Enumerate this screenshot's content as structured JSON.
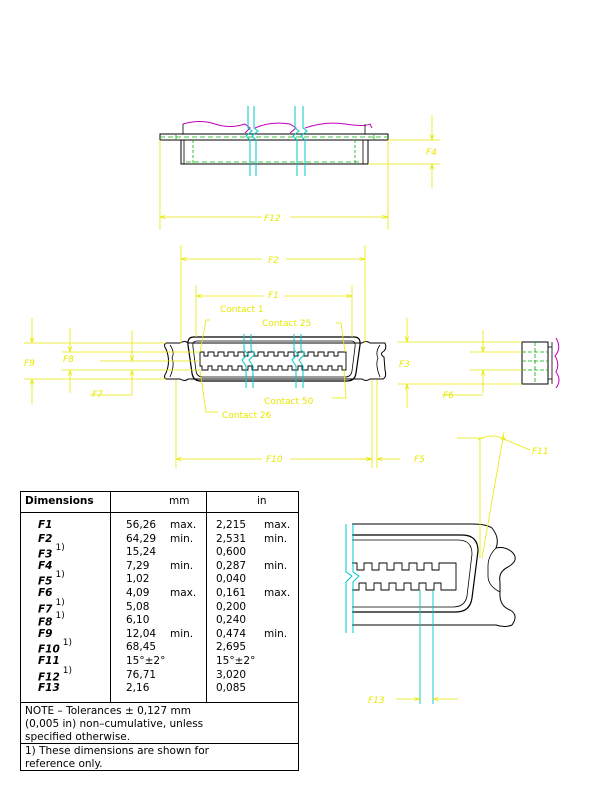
{
  "labels": {
    "F1": "F1",
    "F2": "F2",
    "F3": "F3",
    "F4": "F4",
    "F5": "F5",
    "F6": "F6",
    "F7": "F7",
    "F8": "F8",
    "F9": "F9",
    "F10": "F10",
    "F11": "F11",
    "F12": "F12",
    "F13": "F13"
  },
  "contacts": {
    "c1": "Contact 1",
    "c25": "Contact 25",
    "c50": "Contact 50",
    "c26": "Contact 26"
  },
  "table": {
    "headers": {
      "dimensions": "Dimensions",
      "mm": "mm",
      "in": "in"
    },
    "rows": [
      {
        "name": "F1",
        "ref": "",
        "mm": "56,26",
        "mm_q": "max.",
        "in": "2,215",
        "in_q": "max."
      },
      {
        "name": "F2",
        "ref": "",
        "mm": "64,29",
        "mm_q": "min.",
        "in": "2,531",
        "in_q": "min."
      },
      {
        "name": "F3",
        "ref": "1)",
        "mm": "15,24",
        "mm_q": "",
        "in": "0,600",
        "in_q": ""
      },
      {
        "name": "F4",
        "ref": "",
        "mm": "7,29",
        "mm_q": "min.",
        "in": "0,287",
        "in_q": "min."
      },
      {
        "name": "F5",
        "ref": "1)",
        "mm": "1,02",
        "mm_q": "",
        "in": "0,040",
        "in_q": ""
      },
      {
        "name": "F6",
        "ref": "",
        "mm": "4,09",
        "mm_q": "max.",
        "in": "0,161",
        "in_q": "max."
      },
      {
        "name": "F7",
        "ref": "1)",
        "mm": "5,08",
        "mm_q": "",
        "in": "0,200",
        "in_q": ""
      },
      {
        "name": "F8",
        "ref": "1)",
        "mm": "6,10",
        "mm_q": "",
        "in": "0,240",
        "in_q": ""
      },
      {
        "name": "F9",
        "ref": "",
        "mm": "12,04",
        "mm_q": "min.",
        "in": "0,474",
        "in_q": "min."
      },
      {
        "name": "F10",
        "ref": "1)",
        "mm": "68,45",
        "mm_q": "",
        "in": "2,695",
        "in_q": ""
      },
      {
        "name": "F11",
        "ref": "",
        "mm": "15°±2°",
        "mm_q": "",
        "in": "15°±2°",
        "in_q": ""
      },
      {
        "name": "F12",
        "ref": "1)",
        "mm": "76,71",
        "mm_q": "",
        "in": "3,020",
        "in_q": ""
      },
      {
        "name": "F13",
        "ref": "",
        "mm": "2,16",
        "mm_q": "",
        "in": "0,085",
        "in_q": ""
      }
    ],
    "note_lines": [
      "NOTE – Tolerances ± 0,127 mm",
      "(0,005 in) non–cumulative, unless",
      "specified otherwise."
    ],
    "footnote_lines": [
      "1) These dimensions are shown for",
      "reference only."
    ]
  },
  "colors": {
    "dimension": "#e8e800",
    "outline": "#000000",
    "centerline": "#00c8c8",
    "hidden": "#00b000",
    "cable": "#c000c0"
  }
}
